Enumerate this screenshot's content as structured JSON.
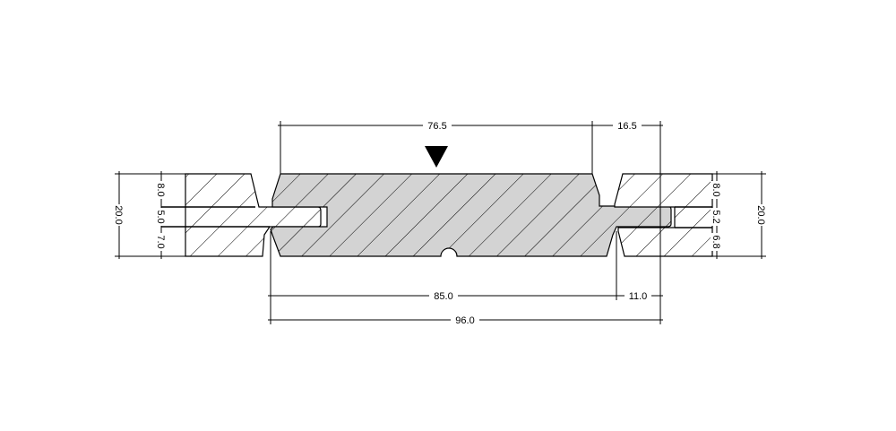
{
  "colors": {
    "board_fill": "#d3d3d3",
    "neighbor_fill": "#ffffff",
    "line": "#000000"
  },
  "dimensions": {
    "top_main": "76.5",
    "top_right": "16.5",
    "bottom_main": "85.0",
    "bottom_right": "11.0",
    "bottom_total": "96.0",
    "left_total": "20.0",
    "left_top": "8.0",
    "left_mid": "5.0",
    "left_bottom": "7.0",
    "right_total": "20.0",
    "right_top": "8.0",
    "right_mid": "5.2",
    "right_bottom": "6.8"
  },
  "icons": {
    "load_marker": "down-triangle-icon"
  }
}
